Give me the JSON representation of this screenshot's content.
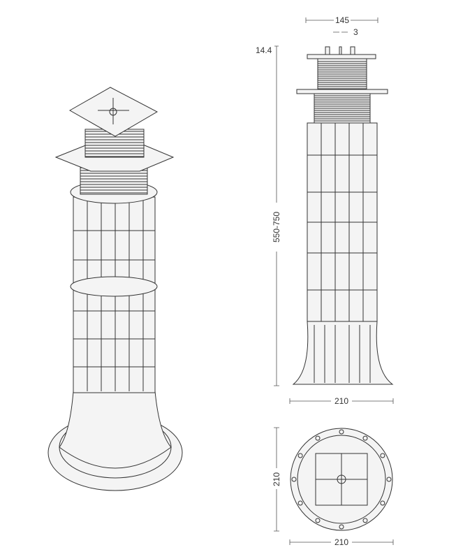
{
  "dimensions": {
    "top_width": "145",
    "gap": "3",
    "plate_height": "14.4",
    "height_range": "550-750",
    "base_width": "210",
    "plan_height": "210",
    "plan_width": "210"
  },
  "colors": {
    "line": "#333333",
    "background": "#ffffff"
  }
}
